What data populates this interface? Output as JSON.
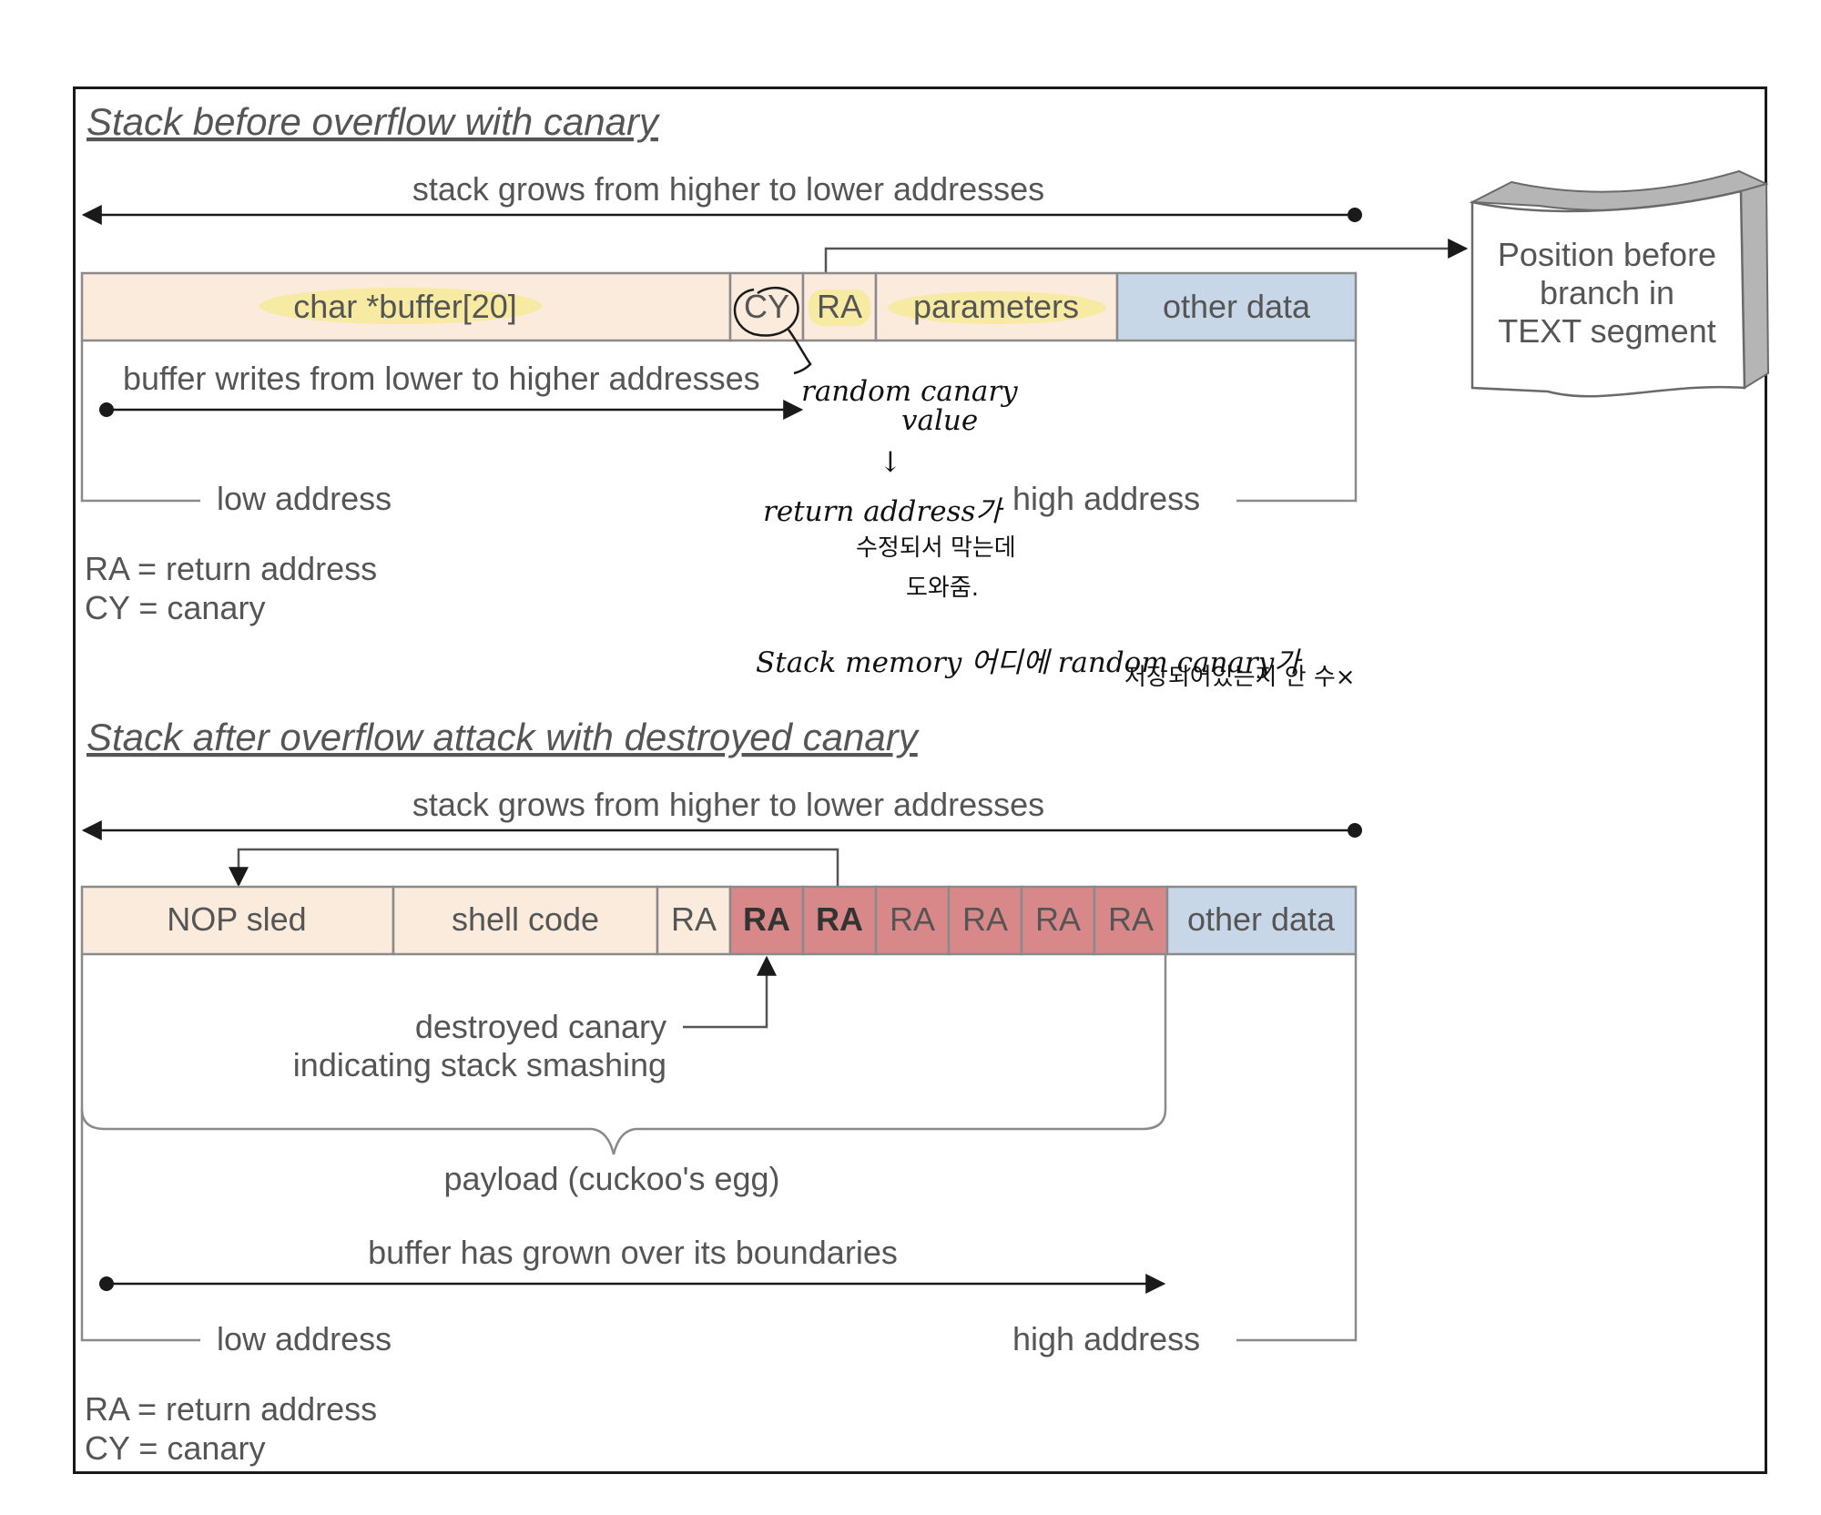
{
  "top": {
    "title": "Stack before overflow with canary",
    "grow_label": "stack grows from higher to lower addresses",
    "cells": [
      "char *buffer[20]",
      "CY",
      "RA",
      "parameters",
      "other data"
    ],
    "write_label": "buffer writes from lower to higher addresses",
    "low_address": "low address",
    "high_address": "high address",
    "legend_ra": "RA = return address",
    "legend_cy": "CY = canary",
    "text_segment": [
      "Position before",
      "branch in",
      "TEXT segment"
    ]
  },
  "bottom": {
    "title": "Stack after overflow attack with destroyed canary",
    "grow_label": "stack grows from higher to lower addresses",
    "cells": [
      "NOP sled",
      "shell code",
      "RA",
      "RA",
      "RA",
      "RA",
      "RA",
      "RA",
      "RA",
      "other data"
    ],
    "destroyed_canary": [
      "destroyed canary",
      "indicating stack smashing"
    ],
    "payload": "payload (cuckoo's egg)",
    "grown_label": "buffer has grown over its boundaries",
    "low_address": "low address",
    "high_address": "high address",
    "legend_ra": "RA = return address",
    "legend_cy": "CY = canary"
  },
  "annotations": {
    "canary_note": [
      "random canary",
      "value"
    ],
    "arrow": "↓",
    "ra_note": [
      "return address가",
      "수정되서 막는데",
      "도와줌."
    ],
    "stack_note": [
      "Stack memory 어디에 random canary가",
      "저장되어있는지 안 수×"
    ]
  },
  "colors": {
    "buffer_fill": "#fbebdc",
    "data_fill": "#c8d7e8",
    "ra_overwritten": "#d88888",
    "highlight": "#f7eaa2",
    "line": "#555555"
  }
}
